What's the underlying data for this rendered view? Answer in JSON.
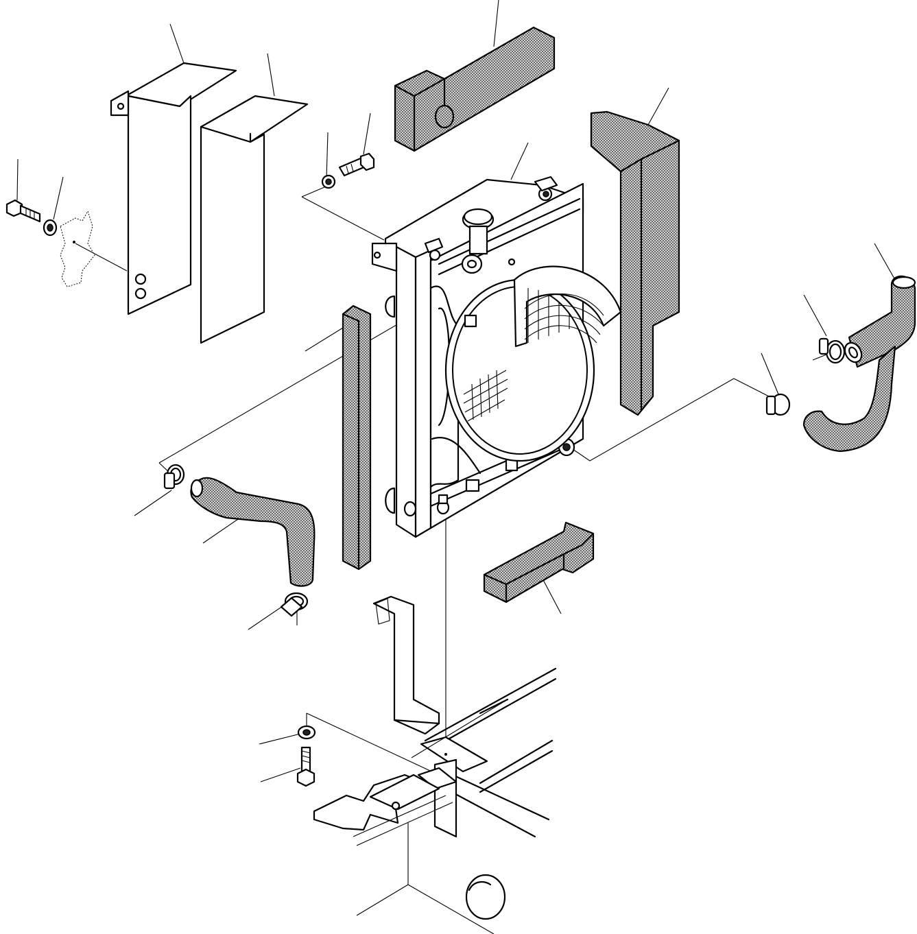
{
  "diagram": {
    "colors": {
      "line": "#000000",
      "background": "#ffffff",
      "foam": "#9a9a9a"
    },
    "parts": [
      "radiator-assembly",
      "fan-shroud",
      "radiator-cap",
      "left-bracket",
      "left-cover-plate",
      "upper-foam-seal",
      "right-foam-seal",
      "left-foam-strip",
      "bottom-foam-seal",
      "upper-radiator-hose",
      "lower-radiator-hose",
      "hose-clamps",
      "bolts",
      "washers",
      "mounting-frame"
    ]
  }
}
